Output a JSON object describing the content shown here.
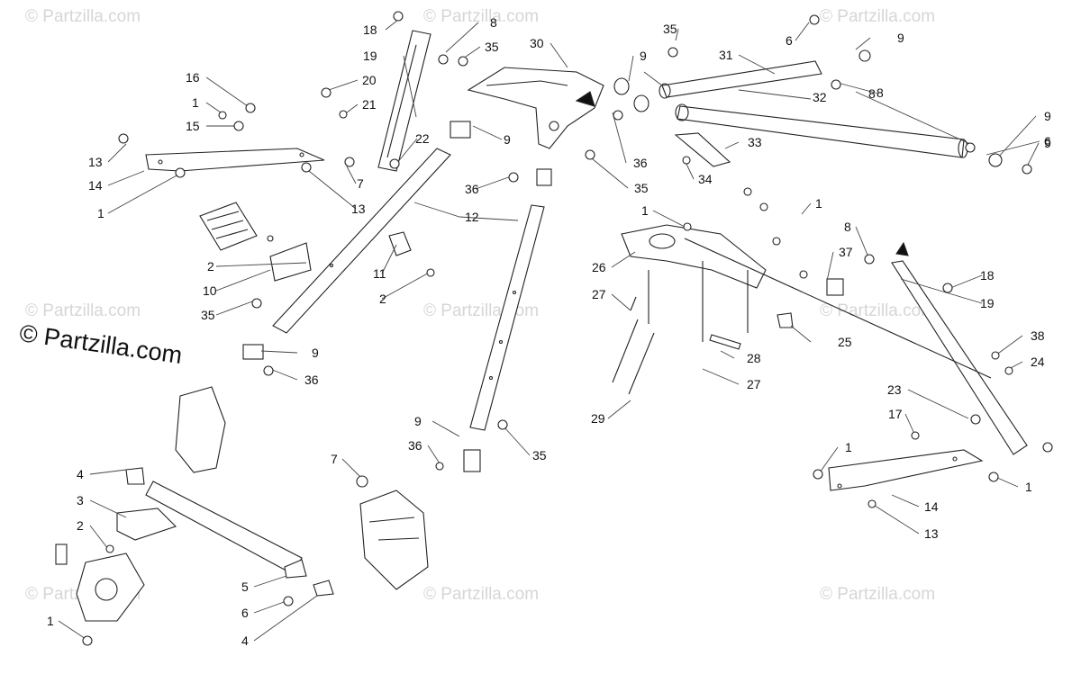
{
  "watermark": {
    "text": "© Partzilla.com",
    "repeat": 9
  },
  "credit": "© Partzilla.com",
  "callouts": [
    {
      "id": "c-18a",
      "label": "18"
    },
    {
      "id": "c-8a",
      "label": "8"
    },
    {
      "id": "c-35a",
      "label": "35"
    },
    {
      "id": "c-30",
      "label": "30"
    },
    {
      "id": "c-9a",
      "label": "9"
    },
    {
      "id": "c-35b",
      "label": "35"
    },
    {
      "id": "c-31",
      "label": "31"
    },
    {
      "id": "c-6a",
      "label": "6"
    },
    {
      "id": "c-9b",
      "label": "9"
    },
    {
      "id": "c-19a",
      "label": "19"
    },
    {
      "id": "c-20",
      "label": "20"
    },
    {
      "id": "c-21",
      "label": "21"
    },
    {
      "id": "c-16",
      "label": "16"
    },
    {
      "id": "c-1a",
      "label": "1"
    },
    {
      "id": "c-15",
      "label": "15"
    },
    {
      "id": "c-13a",
      "label": "13"
    },
    {
      "id": "c-14a",
      "label": "14"
    },
    {
      "id": "c-1b",
      "label": "1"
    },
    {
      "id": "c-22",
      "label": "22"
    },
    {
      "id": "c-7a",
      "label": "7"
    },
    {
      "id": "c-13b",
      "label": "13"
    },
    {
      "id": "c-8b",
      "label": "8"
    },
    {
      "id": "c-32",
      "label": "32"
    },
    {
      "id": "c-9c",
      "label": "9"
    },
    {
      "id": "c-8c",
      "label": "8"
    },
    {
      "id": "c-9d",
      "label": "9"
    },
    {
      "id": "c-6b",
      "label": "6"
    },
    {
      "id": "c-9e",
      "label": "9"
    },
    {
      "id": "c-36a",
      "label": "36"
    },
    {
      "id": "c-35c",
      "label": "35"
    },
    {
      "id": "c-33",
      "label": "33"
    },
    {
      "id": "c-34",
      "label": "34"
    },
    {
      "id": "c-36b",
      "label": "36"
    },
    {
      "id": "c-12",
      "label": "12"
    },
    {
      "id": "c-1c",
      "label": "1"
    },
    {
      "id": "c-1d",
      "label": "1"
    },
    {
      "id": "c-2a",
      "label": "2"
    },
    {
      "id": "c-10",
      "label": "10"
    },
    {
      "id": "c-35d",
      "label": "35"
    },
    {
      "id": "c-11",
      "label": "11"
    },
    {
      "id": "c-2b",
      "label": "2"
    },
    {
      "id": "c-26",
      "label": "26"
    },
    {
      "id": "c-27a",
      "label": "27"
    },
    {
      "id": "c-8d",
      "label": "8"
    },
    {
      "id": "c-37",
      "label": "37"
    },
    {
      "id": "c-18b",
      "label": "18"
    },
    {
      "id": "c-19b",
      "label": "19"
    },
    {
      "id": "c-25",
      "label": "25"
    },
    {
      "id": "c-38",
      "label": "38"
    },
    {
      "id": "c-24",
      "label": "24"
    },
    {
      "id": "c-9f",
      "label": "9"
    },
    {
      "id": "c-36c",
      "label": "36"
    },
    {
      "id": "c-28",
      "label": "28"
    },
    {
      "id": "c-27b",
      "label": "27"
    },
    {
      "id": "c-29",
      "label": "29"
    },
    {
      "id": "c-23",
      "label": "23"
    },
    {
      "id": "c-17",
      "label": "17"
    },
    {
      "id": "c-9g",
      "label": "9"
    },
    {
      "id": "c-36d",
      "label": "36"
    },
    {
      "id": "c-35e",
      "label": "35"
    },
    {
      "id": "c-7b",
      "label": "7"
    },
    {
      "id": "c-1e",
      "label": "1"
    },
    {
      "id": "c-1f",
      "label": "1"
    },
    {
      "id": "c-14b",
      "label": "14"
    },
    {
      "id": "c-13c",
      "label": "13"
    },
    {
      "id": "c-4a",
      "label": "4"
    },
    {
      "id": "c-3",
      "label": "3"
    },
    {
      "id": "c-2c",
      "label": "2"
    },
    {
      "id": "c-5",
      "label": "5"
    },
    {
      "id": "c-6c",
      "label": "6"
    },
    {
      "id": "c-1g",
      "label": "1"
    },
    {
      "id": "c-4b",
      "label": "4"
    }
  ]
}
